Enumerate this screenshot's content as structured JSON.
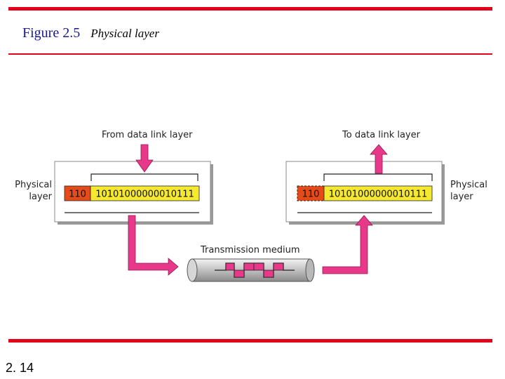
{
  "slide": {
    "figure_number": "Figure 2.5",
    "figure_caption": "Physical layer",
    "page_number": "2. 14"
  },
  "diagram": {
    "from_label": "From data link layer",
    "to_label": "To data link layer",
    "left_layer_label": "Physical layer",
    "right_layer_label": "Physical layer",
    "medium_label": "Transmission medium",
    "left_header_bits": "110",
    "left_data_bits": "10101000000010111",
    "right_header_bits": "110",
    "right_data_bits": "10101000000010111"
  },
  "colors": {
    "accent_red": "#e3001b",
    "arrow_pink": "#e8388a",
    "header_red": "#e64a19",
    "data_yellow": "#f5e830",
    "title_blue": "#1a1a8c"
  }
}
